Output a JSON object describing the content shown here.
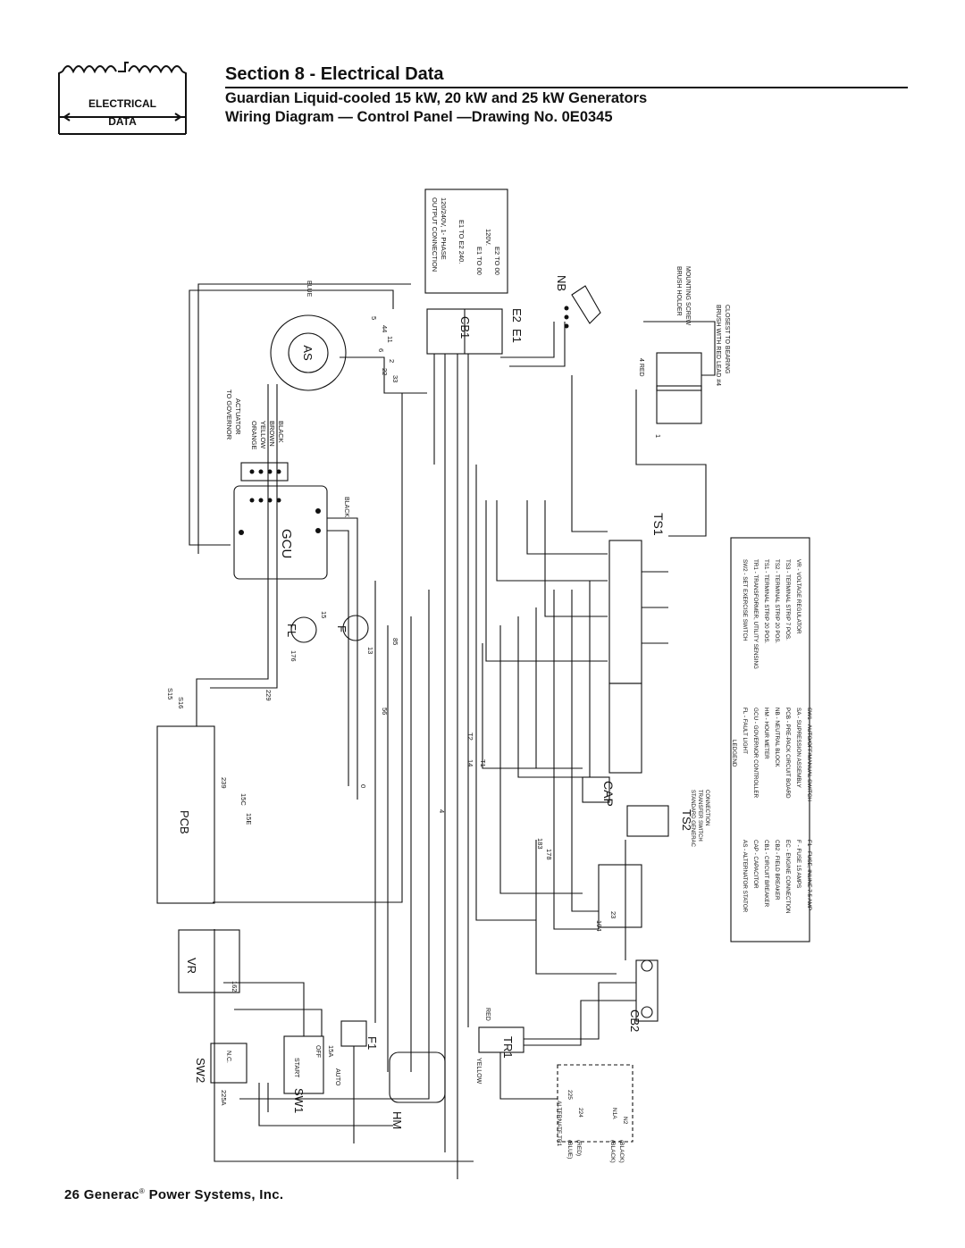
{
  "header": {
    "logo_text_1": "ELECTRICAL",
    "logo_text_2": "DATA",
    "section_title": "Section 8 - Electrical Data",
    "subtitle_1": "Guardian Liquid-cooled 15 kW, 20 kW and 25 kW Generators",
    "subtitle_2": "Wiring Diagram — Control Panel —Drawing No. 0E0345"
  },
  "footer": {
    "page_number": "26",
    "company": "Generac",
    "registered_mark": "®",
    "company_rest": "Power Systems, Inc."
  },
  "components": {
    "as": "AS",
    "gcu": "GCU",
    "pcb": "PCB",
    "vr": "VR",
    "cb1": "CB1",
    "cb2": "CB2",
    "ts1": "TS1",
    "ts2": "TS2",
    "tr1": "TR1",
    "cap": "CAP",
    "sw1": "SW1",
    "sw2": "SW2",
    "hm": "HM",
    "fl": "FL",
    "f": "F",
    "f1": "F1",
    "nb": "NB",
    "e1": "E1",
    "e2": "E2"
  },
  "output_box": {
    "line1": "OUTPUT CONNECTION",
    "line2": "120/240V, 1- PHASE",
    "line3": "E1 TO E2    240.",
    "line4": "E1 TO 00",
    "line5": "120V.",
    "line6": "E2 TO 00"
  },
  "governor": {
    "title1": "TO GOVERNOR",
    "title2": "ACTUATOR",
    "wires": [
      "ORANGE",
      "YELLOW",
      "BROWN",
      "BLACK"
    ]
  },
  "brush": {
    "holder1": "BRUSH HOLDER",
    "holder2": "MOUNTING SCREW",
    "lead1": "BRUSH WITH RED LEAD #4",
    "lead2": "CLOSEST TO BEARING",
    "red_label": "4 RED"
  },
  "ts2_note": {
    "line1": "STANDARD GENERAC",
    "line2": "TRANSFER SWITCH",
    "line3": "CONNECTION"
  },
  "sw2_labels": {
    "nc": "N.C."
  },
  "sw1_labels": {
    "start": "START",
    "off": "OFF",
    "auto": "AUTO"
  },
  "alt_tr1": {
    "title": "ALTERNATE TR1",
    "colors": [
      "(BLUE)",
      "(RED)",
      "(BLACK)",
      "(BLACK)"
    ],
    "wires": [
      "225",
      "224",
      "N1A",
      "N2"
    ]
  },
  "wire_colors": [
    "BLUE",
    "BLACK",
    "RED",
    "YELLOW"
  ],
  "legend": {
    "title": "LEDGEND",
    "col1": [
      "AS  -  ALTERNATOR STATOR",
      "CAP -  CAPACITOR",
      "CB1 -  CIRCUIT BREAKER",
      "CB2 -  FIELD BREAKER",
      "EC  -  ENGINE CONNECTION",
      "F   -  FUSE 15 AMPS",
      "F1  -  FUSE, INLINE 7.5 AMP"
    ],
    "col2": [
      "FL  -  FAULT LIGHT",
      "GCU -  GOVERNOR CONTROLLER",
      "HM  -  HOUR METER",
      "NB  -  NEUTRAL BLOCK",
      "PCB -  PRE-PACK CIRCUIT BOARD",
      "SA  -  SUPRESSION ASSEMBLY",
      "SW1 -  AUTO/OFF/MANUAL SWITCH"
    ],
    "col3": [
      "SW2 -  SET EXERCISE SWITCH",
      "TR1 -  TRANSFORMER, UTILITY SENSING",
      "TS1 -  TERMINAL STRIP 20 POS.",
      "TS2 -  TERMINAL STRIP 20 POS.",
      "TS3 -  TERMINAL STRIP 7 POS.",
      "VR  -  VOLTAGE REGULATOR"
    ]
  },
  "wire_numbers": [
    "S15",
    "S16",
    "229",
    "176",
    "15",
    "13",
    "56",
    "85",
    "4",
    "14",
    "0",
    "T1",
    "T2",
    "183",
    "178",
    "194",
    "23",
    "162",
    "239",
    "225A",
    "15C",
    "15E",
    "15A",
    "22",
    "33",
    "11",
    "44",
    "6",
    "5",
    "2",
    "1"
  ]
}
